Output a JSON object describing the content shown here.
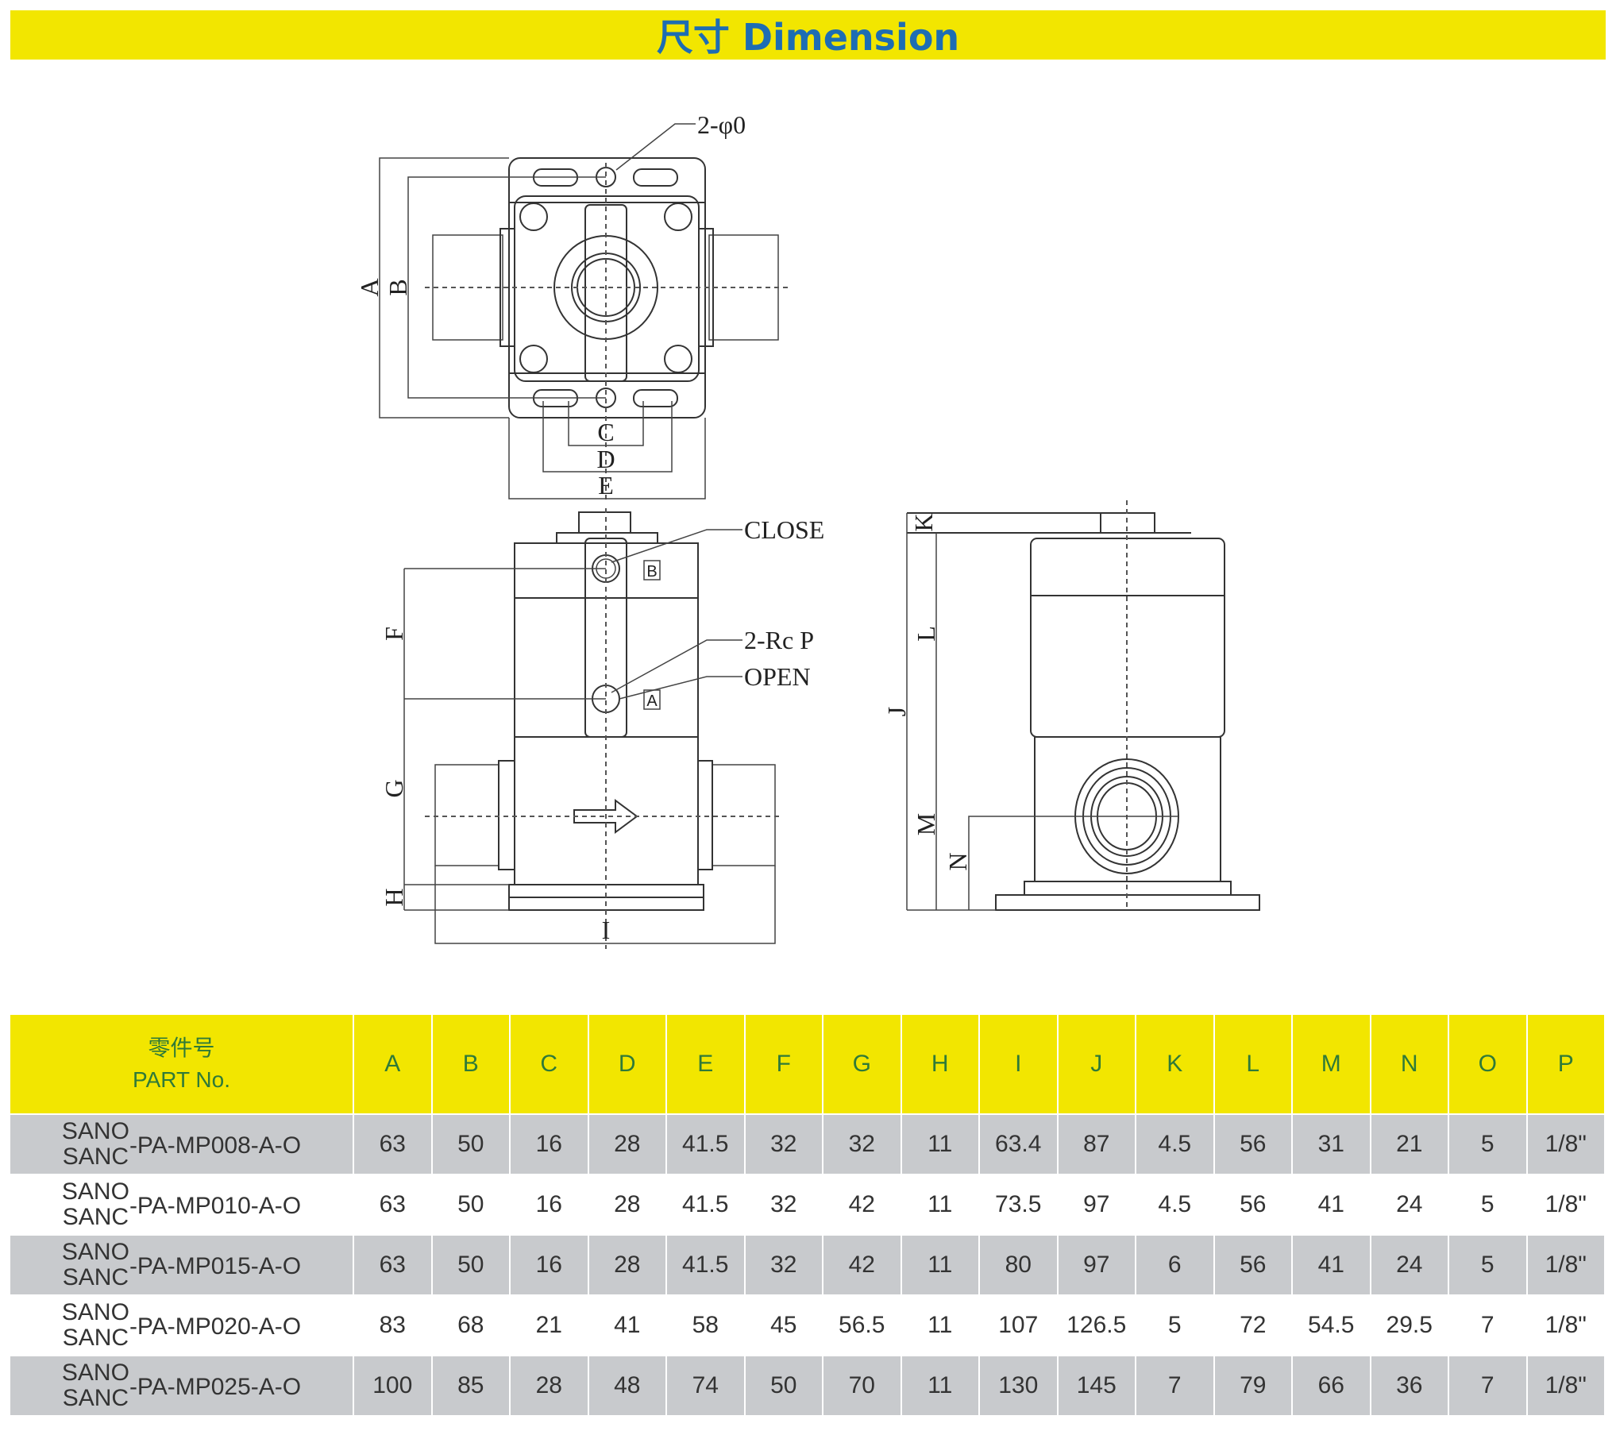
{
  "title": "尺寸 Dimension",
  "drawing": {
    "labels": {
      "A": "A",
      "B": "B",
      "C": "C",
      "D": "D",
      "E": "E",
      "F": "F",
      "G": "G",
      "H": "H",
      "I": "I",
      "J": "J",
      "K": "K",
      "L": "L",
      "M": "M",
      "N": "N"
    },
    "callouts": {
      "holes": "2-φ0",
      "close": "CLOSE",
      "ports": "2-Rc P",
      "open": "OPEN",
      "port_b": "B",
      "port_a": "A"
    }
  },
  "table": {
    "header_cn": "零件号",
    "header_en": "PART No.",
    "columns": [
      "A",
      "B",
      "C",
      "D",
      "E",
      "F",
      "G",
      "H",
      "I",
      "J",
      "K",
      "L",
      "M",
      "N",
      "O",
      "P"
    ],
    "rows": [
      {
        "prefix_top": "SANO",
        "prefix_bottom": "SANC",
        "suffix": "-PA-MP008-A-O",
        "values": [
          "63",
          "50",
          "16",
          "28",
          "41.5",
          "32",
          "32",
          "11",
          "63.4",
          "87",
          "4.5",
          "56",
          "31",
          "21",
          "5",
          "1/8\""
        ]
      },
      {
        "prefix_top": "SANO",
        "prefix_bottom": "SANC",
        "suffix": "-PA-MP010-A-O",
        "values": [
          "63",
          "50",
          "16",
          "28",
          "41.5",
          "32",
          "42",
          "11",
          "73.5",
          "97",
          "4.5",
          "56",
          "41",
          "24",
          "5",
          "1/8\""
        ]
      },
      {
        "prefix_top": "SANO",
        "prefix_bottom": "SANC",
        "suffix": "-PA-MP015-A-O",
        "values": [
          "63",
          "50",
          "16",
          "28",
          "41.5",
          "32",
          "42",
          "11",
          "80",
          "97",
          "6",
          "56",
          "41",
          "24",
          "5",
          "1/8\""
        ]
      },
      {
        "prefix_top": "SANO",
        "prefix_bottom": "SANC",
        "suffix": "-PA-MP020-A-O",
        "values": [
          "83",
          "68",
          "21",
          "41",
          "58",
          "45",
          "56.5",
          "11",
          "107",
          "126.5",
          "5",
          "72",
          "54.5",
          "29.5",
          "7",
          "1/8\""
        ]
      },
      {
        "prefix_top": "SANO",
        "prefix_bottom": "SANC",
        "suffix": "-PA-MP025-A-O",
        "values": [
          "100",
          "85",
          "28",
          "48",
          "74",
          "50",
          "70",
          "11",
          "130",
          "145",
          "7",
          "79",
          "66",
          "36",
          "7",
          "1/8\""
        ]
      }
    ]
  },
  "colors": {
    "banner": "#f2e600",
    "title": "#1d6db3",
    "header_text": "#2f7a38",
    "row_gray": "#c8cacd"
  }
}
